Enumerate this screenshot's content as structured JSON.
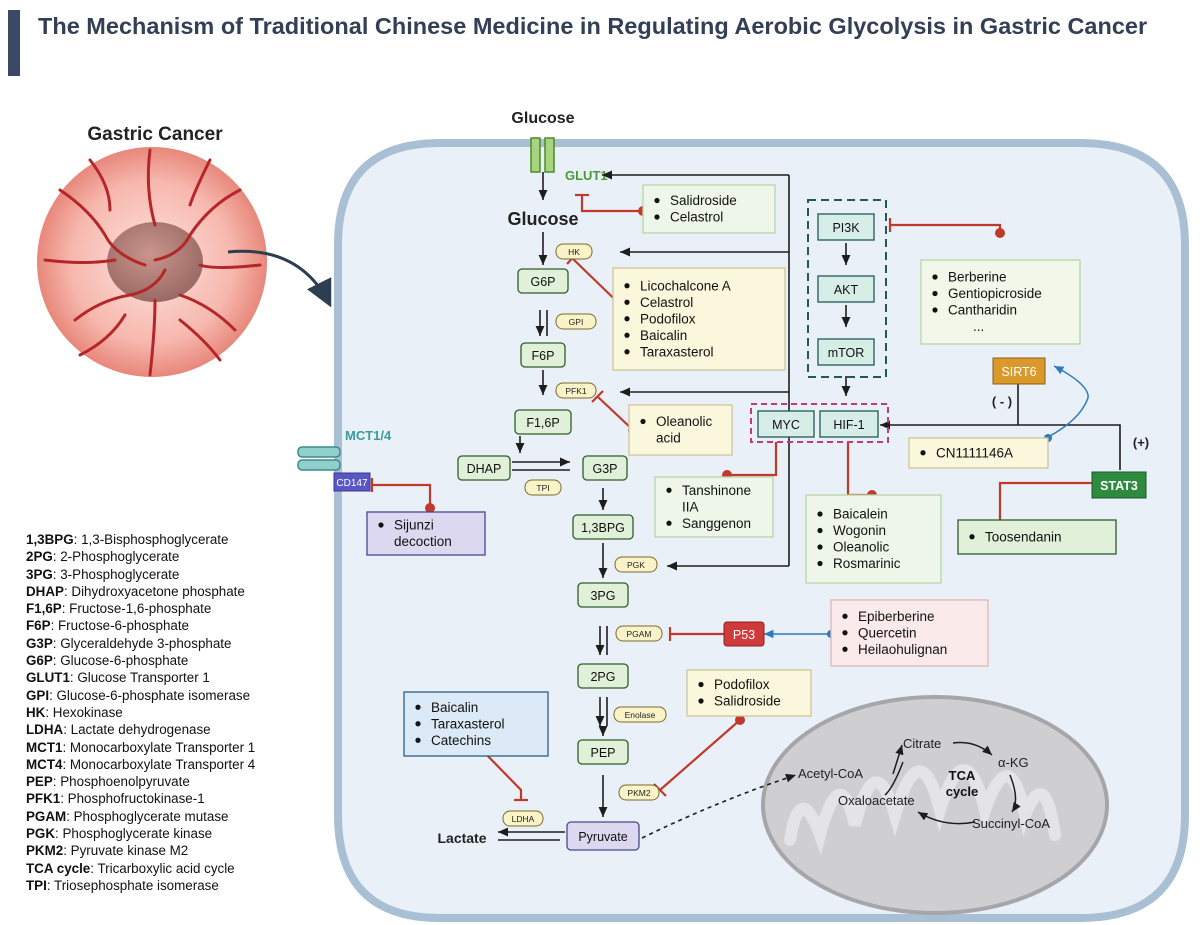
{
  "title": "The Mechanism of Traditional Chinese Medicine in Regulating Aerobic Glycolysis in Gastric Cancer",
  "tumor_label": "Gastric Cancer",
  "glucose_outside": "Glucose",
  "glucose_inside": "Glucose",
  "transporters": {
    "glut1": "GLUT1",
    "mct": "MCT1/4",
    "cd147": "CD147"
  },
  "metabolites": {
    "g6p": "G6P",
    "f6p": "F6P",
    "f16p": "F1,6P",
    "dhap": "DHAP",
    "g3p": "G3P",
    "bpg13": "1,3BPG",
    "pg3": "3PG",
    "pg2": "2PG",
    "pep": "PEP",
    "pyruvate": "Pyruvate",
    "lactate": "Lactate"
  },
  "enzymes": {
    "hk": "HK",
    "gpi": "GPI",
    "pfk1": "PFK1",
    "tpi": "TPI",
    "pgk": "PGK",
    "pgam": "PGAM",
    "enolase": "Enolase",
    "pkm2": "PKM2",
    "ldha": "LDHA"
  },
  "signaling": {
    "pi3k": "PI3K",
    "akt": "AKT",
    "mtor": "mTOR",
    "myc": "MYC",
    "hif1": "HIF-1",
    "sirt6": "SIRT6",
    "stat3": "STAT3",
    "p53": "P53",
    "minus": "( - )",
    "plus": "(+)"
  },
  "drug_boxes": {
    "glut1": [
      "Salidroside",
      "Celastrol"
    ],
    "hk": [
      "Licochalcone A",
      "Celastrol",
      "Podofilox",
      "Baicalin",
      "Taraxasterol"
    ],
    "pi3k": [
      "Berberine",
      "Gentiopicroside",
      "Cantharidin",
      "..."
    ],
    "pfk1": [
      "Oleanolic acid"
    ],
    "cn": [
      "CN1111146A"
    ],
    "stat3": [
      "Toosendanin"
    ],
    "myc": [
      "Tanshinone IIA",
      "Sanggenon"
    ],
    "hif1": [
      "Baicalein",
      "Wogonin",
      "Oleanolic",
      "Rosmarinic"
    ],
    "cd147": [
      "Sijunzi decoction"
    ],
    "p53": [
      "Epiberberine",
      "Quercetin",
      "Heilaohulignan"
    ],
    "pkm2": [
      "Podofilox",
      "Salidroside"
    ],
    "ldha": [
      "Baicalin",
      "Taraxasterol",
      "Catechins"
    ]
  },
  "tca": {
    "acetyl_coa": "Acetyl-CoA",
    "citrate": "Citrate",
    "akg": "α-KG",
    "succinyl": "Succinyl-CoA",
    "oxaloacetate": "Oxaloacetate",
    "label": "TCA cycle"
  },
  "legend": [
    {
      "abbr": "1,3BPG",
      "full": "1,3-Bisphosphoglycerate"
    },
    {
      "abbr": "2PG",
      "full": "2-Phosphoglycerate"
    },
    {
      "abbr": "3PG",
      "full": "3-Phosphoglycerate"
    },
    {
      "abbr": "DHAP",
      "full": "Dihydroxyacetone phosphate"
    },
    {
      "abbr": "F1,6P",
      "full": "Fructose-1,6-phosphate"
    },
    {
      "abbr": "F6P",
      "full": "Fructose-6-phosphate"
    },
    {
      "abbr": "G3P",
      "full": "Glyceraldehyde 3-phosphate"
    },
    {
      "abbr": "G6P",
      "full": "Glucose-6-phosphate"
    },
    {
      "abbr": "GLUT1",
      "full": "Glucose Transporter 1"
    },
    {
      "abbr": "GPI",
      "full": "Glucose-6-phosphate isomerase"
    },
    {
      "abbr": "HK",
      "full": "Hexokinase"
    },
    {
      "abbr": "LDHA",
      "full": "Lactate dehydrogenase"
    },
    {
      "abbr": "MCT1",
      "full": "Monocarboxylate Transporter 1"
    },
    {
      "abbr": "MCT4",
      "full": "Monocarboxylate Transporter 4"
    },
    {
      "abbr": "PEP",
      "full": "Phosphoenolpyruvate"
    },
    {
      "abbr": "PFK1",
      "full": "Phosphofructokinase-1"
    },
    {
      "abbr": "PGAM",
      "full": "Phosphoglycerate mutase"
    },
    {
      "abbr": "PGK",
      "full": "Phosphoglycerate kinase"
    },
    {
      "abbr": "PKM2",
      "full": "Pyruvate kinase M2"
    },
    {
      "abbr": "TCA cycle",
      "full": "Tricarboxylic acid cycle"
    },
    {
      "abbr": "TPI",
      "full": "Triosephosphate isomerase"
    }
  ],
  "colors": {
    "title": "#333f55",
    "cell_fill": "#e9f0f8",
    "cell_stroke": "#a9bfd4",
    "metabolite_fill": "#e1f0d8",
    "metabolite_stroke": "#2f5c2a",
    "signal_fill": "#d6ede8",
    "signal_stroke": "#1f5a55",
    "enzyme_fill": "#fbf3c8",
    "inhibit": "#c0392b",
    "activate_blue": "#2b7bbd",
    "sirt6": "#d99a2b",
    "stat3": "#2e8b3e",
    "p53": "#cf3b3b",
    "cd147": "#5a56c4",
    "mct": "#5ab3b0",
    "glut1_text": "#4a9a37"
  }
}
